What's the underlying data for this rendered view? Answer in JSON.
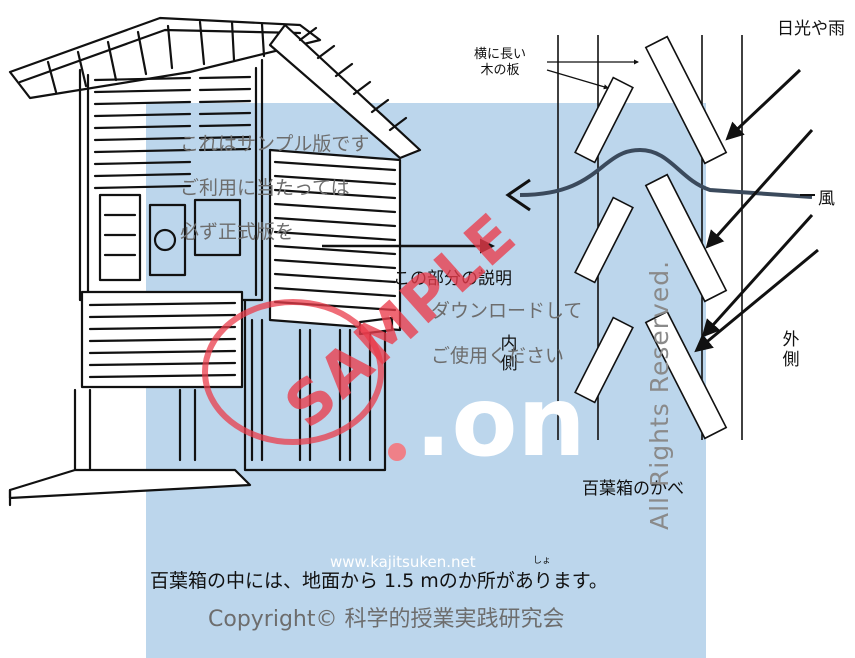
{
  "labels": {
    "rain": "日光や雨",
    "board": [
      "横に長い",
      "木の板"
    ],
    "wind": "風",
    "outside": [
      "外",
      "側"
    ],
    "inside": [
      "内",
      "側"
    ],
    "wall": "百葉箱のかべ",
    "part_desc": "この部分の説明",
    "caption": "百葉箱の中には、地面から 1.5 mのか所があります。",
    "ruby": "しょ"
  },
  "watermark": {
    "sample_note": [
      "これはサンプル版です",
      "ご利用に当たっては",
      "必ず正式版を",
      "ダウンロードして",
      "ご使用ください"
    ],
    "sample_stamp": "SAMPLE",
    "brand": ".on",
    "site": "www.kajitsuken.net",
    "rights": "All Rights Reserved.",
    "copyright": "Copyright© 科学的授業実践研究会"
  },
  "colors": {
    "panel": "#bcd6ec",
    "stamp": "#ea3c4b",
    "wind": "#3b4a5c",
    "ink": "#111111"
  }
}
